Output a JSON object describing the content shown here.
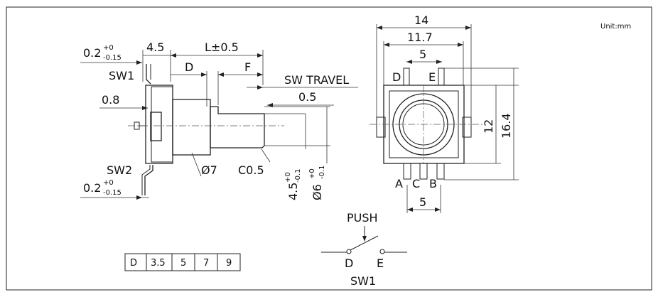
{
  "unit_label": "Unit:mm",
  "side_view": {
    "tol_top_main": "0.2",
    "tol_top_sup": "+0",
    "tol_top_sub": "-0.15",
    "dim_4_5": "4.5",
    "dim_L": "L±0.5",
    "dim_D": "D",
    "dim_F": "F",
    "label_sw1": "SW1",
    "label_sw_travel": "SW TRAVEL",
    "sw_travel_value": "0.5",
    "dim_0_8": "0.8",
    "label_sw2": "SW2",
    "tol_bot_main": "0.2",
    "tol_bot_sup": "+0",
    "tol_bot_sub": "-0.15",
    "phi7": "Ø7",
    "chamfer": "C0.5",
    "flat_main": "4.5",
    "flat_sup": "+0",
    "flat_sub": "-0.1",
    "shaft_main": "Ø6",
    "shaft_sup": "+0",
    "shaft_sub": "-0.1"
  },
  "front_view": {
    "dim_14": "14",
    "dim_11_7": "11.7",
    "dim_5_top": "5",
    "pin_d": "D",
    "pin_e": "E",
    "dim_12": "12",
    "dim_16_4": "16.4",
    "pin_a": "A",
    "pin_c": "C",
    "pin_b": "B",
    "dim_5_bottom": "5"
  },
  "switch_schematic": {
    "push": "PUSH",
    "d": "D",
    "e": "E",
    "sw1": "SW1"
  },
  "table": {
    "cells": [
      "D",
      "3.5",
      "5",
      "7",
      "9"
    ]
  }
}
